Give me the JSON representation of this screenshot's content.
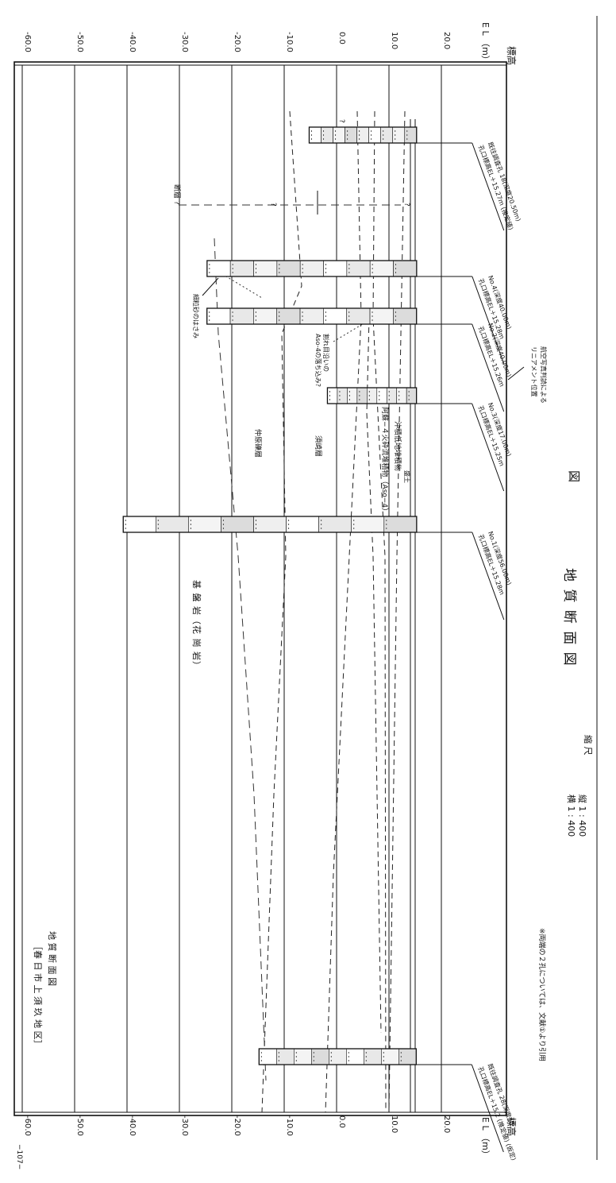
{
  "figure": {
    "title": "地 質 断 面 図",
    "fig_label": "図",
    "scale_label": "縮 尺",
    "scale_v": "縦 1 : 400",
    "scale_h": "横 1 : 400",
    "note": "※両端の２孔については、文献①より引用",
    "subtitle_line1": "地 質 断 面 図",
    "subtitle_line2": "［春 日 市 上 須 玖 地 区］",
    "page_number": "−107−"
  },
  "axis": {
    "label_top": "標高",
    "label_el": "E L （m）",
    "label_bottom": "標高",
    "label_el_bottom": "E L （m）",
    "ticks": [
      "-60.0",
      "-50.0",
      "-40.0",
      "-30.0",
      "-20.0",
      "-10.0",
      "0.0",
      "10.0",
      "20.0"
    ],
    "tick_values": [
      -60,
      -50,
      -40,
      -30,
      -20,
      -10,
      0,
      10,
      20
    ]
  },
  "boreholes": [
    {
      "name": "既往調査孔 18",
      "depth": "(深度20.50m)",
      "el": "孔口標高EL＋15.27m",
      "note": "(推定値)",
      "top": 15.27,
      "bottom": -5.23
    },
    {
      "name": "No.4",
      "depth": "(深度40.00m)",
      "el": "孔口標高EL＋15.28m",
      "note": "",
      "top": 15.28,
      "bottom": -24.72
    },
    {
      "name": "No.2",
      "depth": "(深度40.00m)",
      "el": "孔口標高EL＋15.26m",
      "note": "",
      "top": 15.26,
      "bottom": -24.74
    },
    {
      "name": "No.3",
      "depth": "(深度17.00m)",
      "el": "孔口標高EL＋15.25m",
      "note": "",
      "top": 15.25,
      "bottom": -1.75
    },
    {
      "name": "No.1",
      "depth": "(深度56.00m)",
      "el": "孔口標高EL＋15.28m",
      "note": "",
      "top": 15.28,
      "bottom": -40.72
    },
    {
      "name": "既往調査孔 28",
      "depth": "(深度30.",
      "el": "孔口標高EL＋15.2",
      "note": "(推定値) (仮定)",
      "top": 15.2,
      "bottom": -14.8
    }
  ],
  "annotations": {
    "fault": "断層 ?",
    "lineament_1": "航空写真判読による",
    "lineament_2": "リニアメント位置",
    "crack_1": "割れ目沿いの",
    "crack_2": "Aso-4の落ち込み？",
    "sand_gravel": "細粒砂のはさみ",
    "q1": "?",
    "q2": "?",
    "q3": "?"
  },
  "layers": {
    "surface": "盛土",
    "alluvium": "沖積低地堆積物",
    "aso4": "阿蘇−４火砕流堆積物（Aso−4）",
    "suzaki": "須崎層",
    "nakabaru": "仲原礫層",
    "basement": "基 盤 岩（花 崗 岩）"
  }
}
